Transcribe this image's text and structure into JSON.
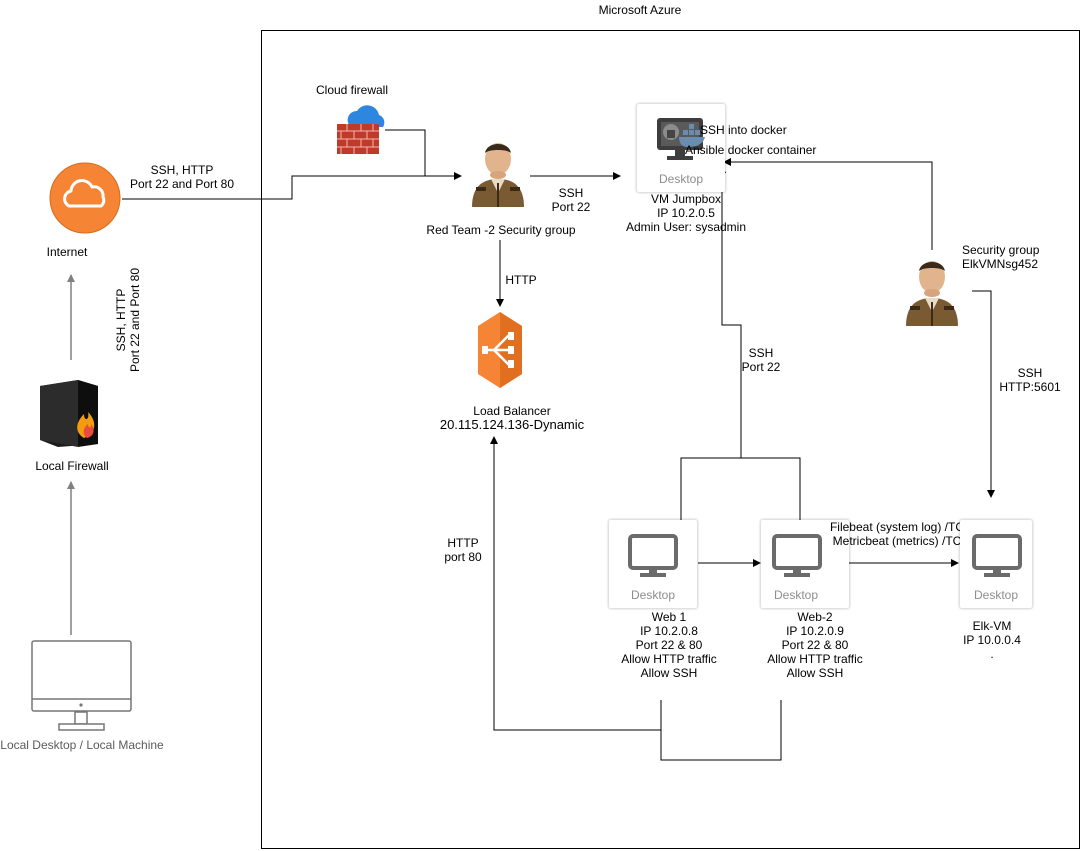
{
  "region_title": "Microsoft Azure",
  "internet": {
    "label": "Internet"
  },
  "local_firewall": {
    "label": "Local Firewall"
  },
  "local_machine": {
    "label": "Local Desktop / Local Machine"
  },
  "cloud_firewall": {
    "label": "Cloud firewall"
  },
  "red_team_sg": {
    "label": "Red Team -2 Security group"
  },
  "jumpbox": {
    "caption": "Desktop",
    "label": "VM Jumpbox\nIP 10.2.0.5\nAdmin User: sysadmin"
  },
  "docker_notes": {
    "ssh_into_docker": "SSH into docker",
    "ansible": "Ansible docker container"
  },
  "elk_sg": {
    "label": "Security group\nElkVMNsg452"
  },
  "load_balancer": {
    "label": "Load Balancer",
    "ip": "20.115.124.136-Dynamic"
  },
  "web1": {
    "caption": "Desktop",
    "label": "Web 1\nIP 10.2.0.8\nPort 22 & 80\nAllow HTTP traffic\nAllow SSH"
  },
  "web2": {
    "caption": "Desktop",
    "label": "Web-2\nIP 10.2.0.9\nPort 22 & 80\nAllow HTTP traffic\nAllow SSH"
  },
  "elk_vm": {
    "caption": "Desktop",
    "label": "Elk-VM\nIP 10.0.0.4\n."
  },
  "edges": {
    "internet_to_sg": "SSH, HTTP\nPort 22 and Port 80",
    "local_to_internet": "SSH, HTTP\nPort 22 and Port 80",
    "sg_to_jumpbox": "SSH\nPort 22",
    "sg_to_lb": "HTTP",
    "lb_from_web": "HTTP\nport 80",
    "web_to_jumpbox": "SSH\nPort 22",
    "elk_sg_to_elk": "SSH\nHTTP:5601",
    "beats": "Filebeat (system log) /TCP\nMetricbeat (metrics) /TCP"
  },
  "colors": {
    "aws_orange": "#F58534",
    "connector_gray": "#808080",
    "desktop_icon": "#6b6b6b",
    "firewall_red": "#c0392b"
  },
  "icons": {
    "internet": "cloud-icon",
    "cloud_firewall": "firewall-cloud-icon",
    "local_firewall": "firewall-tower-icon",
    "local_machine": "monitor-icon",
    "security_guard": "security-guard-icon",
    "load_balancer": "load-balancer-icon",
    "desktop": "desktop-monitor-icon",
    "jumpbox": "docker-jumpbox-icon"
  }
}
